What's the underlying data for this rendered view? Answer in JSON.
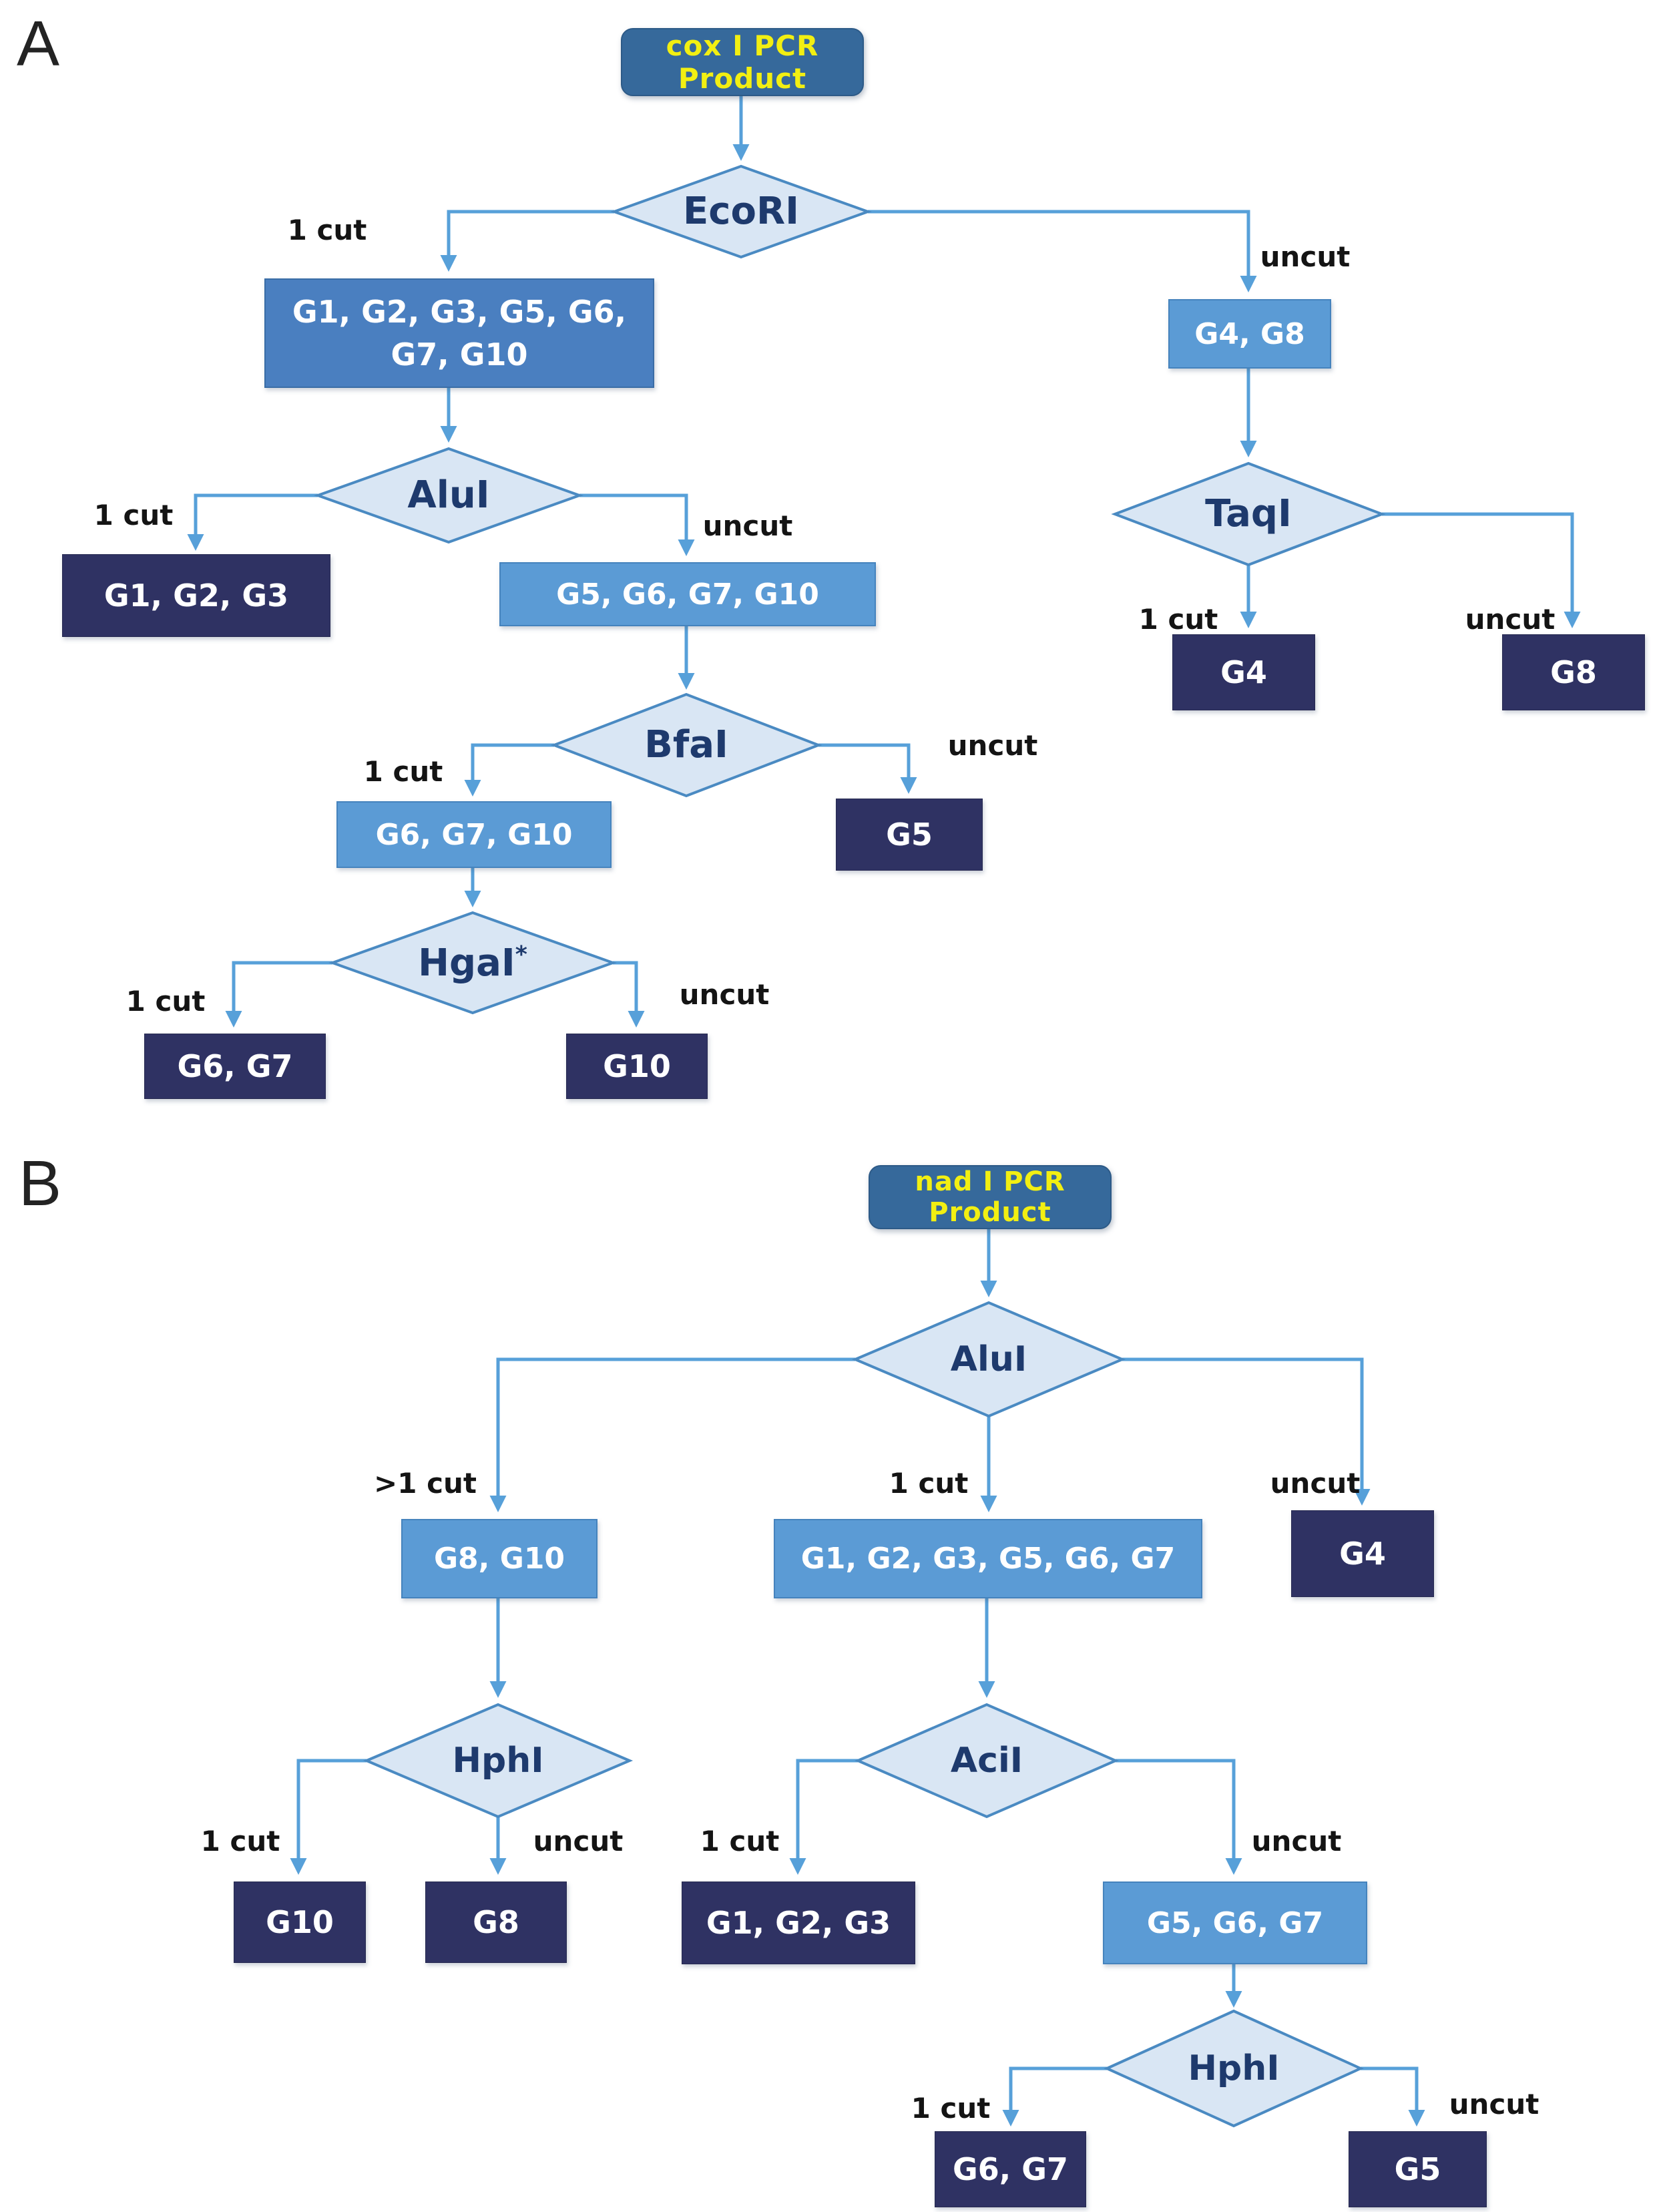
{
  "a": {
    "panel_label": "A",
    "root": "cox I PCR Product",
    "d": {
      "ecori": "EcoRI",
      "alui": "AluI",
      "bfai": "BfaI",
      "hgai": "HgaI",
      "hgai_mark": "*",
      "taqi": "TaqI"
    },
    "g": {
      "ecori_cut": "G1, G2, G3, G5, G6, G7, G10",
      "ecori_uncut": "G4, G8",
      "alui_cut": "G1, G2, G3",
      "alui_uncut": "G5, G6, G7, G10",
      "bfai_cut": "G6, G7, G10",
      "bfai_uncut": "G5",
      "hgai_cut": "G6, G7",
      "hgai_uncut": "G10",
      "taqi_cut": "G4",
      "taqi_uncut": "G8"
    },
    "l": {
      "ecori_cut": "1 cut",
      "ecori_uncut": "uncut",
      "alui_cut": "1 cut",
      "alui_uncut": "uncut",
      "bfai_cut": "1 cut",
      "bfai_uncut": "uncut",
      "hgai_cut": "1 cut",
      "hgai_uncut": "uncut",
      "taqi_cut": "1 cut",
      "taqi_uncut": "uncut"
    }
  },
  "b": {
    "panel_label": "B",
    "root": "nad I PCR Product",
    "d": {
      "alui": "AluI",
      "hphi_left": "HphI",
      "acii": "AciI",
      "hphi_bottom": "HphI"
    },
    "g": {
      "alui_multi": "G8, G10",
      "alui_cut": "G1, G2, G3, G5, G6, G7",
      "alui_uncut": "G4",
      "hphi_left_cut": "G10",
      "hphi_left_uncut": "G8",
      "acii_cut": "G1, G2, G3",
      "acii_uncut": "G5, G6, G7",
      "hphi_bottom_cut": "G6, G7",
      "hphi_bottom_uncut": "G5"
    },
    "l": {
      "alui_multi": ">1 cut",
      "alui_cut": "1 cut",
      "alui_uncut": "uncut",
      "hphi_left_cut": "1 cut",
      "hphi_left_uncut": "uncut",
      "acii_cut": "1 cut",
      "acii_uncut": "uncut",
      "hphi_bottom_cut": "1 cut",
      "hphi_bottom_uncut": "uncut"
    }
  },
  "colors": {
    "line": "#57a0d9",
    "diamond_fill": "#d9e6f4",
    "diamond_border": "#4a8ac2",
    "box_dark": "#2f3263",
    "box_light": "#5b9bd5",
    "box_mid": "#4a7fc0",
    "root_fill": "#36699b",
    "root_text": "#f2ef12"
  }
}
